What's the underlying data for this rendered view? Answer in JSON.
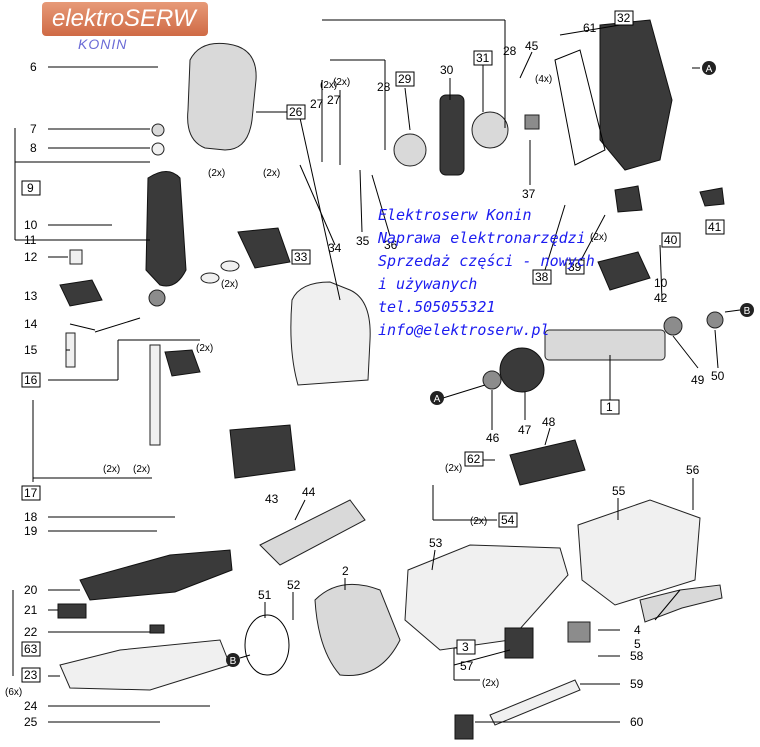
{
  "logo": {
    "brand": "elektroSERW",
    "city": "KONIN"
  },
  "contact": {
    "lines": [
      "Elektroserw Konin",
      "Naprawa elektronarzędzi",
      "Sprzedaż części - nowych",
      "i używanych",
      "tel.505055321",
      "info@elektroserw.pl"
    ]
  },
  "callouts": [
    "6",
    "7",
    "8",
    "9",
    "10",
    "11",
    "12",
    "13",
    "14",
    "15",
    "16",
    "17",
    "18",
    "19",
    "20",
    "21",
    "22",
    "63",
    "23",
    "24",
    "25",
    "26",
    "27",
    "27",
    "28",
    "28",
    "29",
    "30",
    "31",
    "45",
    "61",
    "32",
    "33",
    "34",
    "35",
    "36",
    "37",
    "38",
    "39",
    "40",
    "41",
    "10",
    "42",
    "46",
    "47",
    "1",
    "49",
    "50",
    "48",
    "62",
    "54",
    "43",
    "44",
    "56",
    "55",
    "51",
    "52",
    "2",
    "53",
    "3",
    "57",
    "4",
    "5",
    "58",
    "59",
    "60"
  ],
  "multipliers": {
    "x2": "(2x)",
    "x4": "(4x)",
    "x6": "(6x)"
  },
  "markers": [
    "A",
    "A",
    "B",
    "B"
  ]
}
